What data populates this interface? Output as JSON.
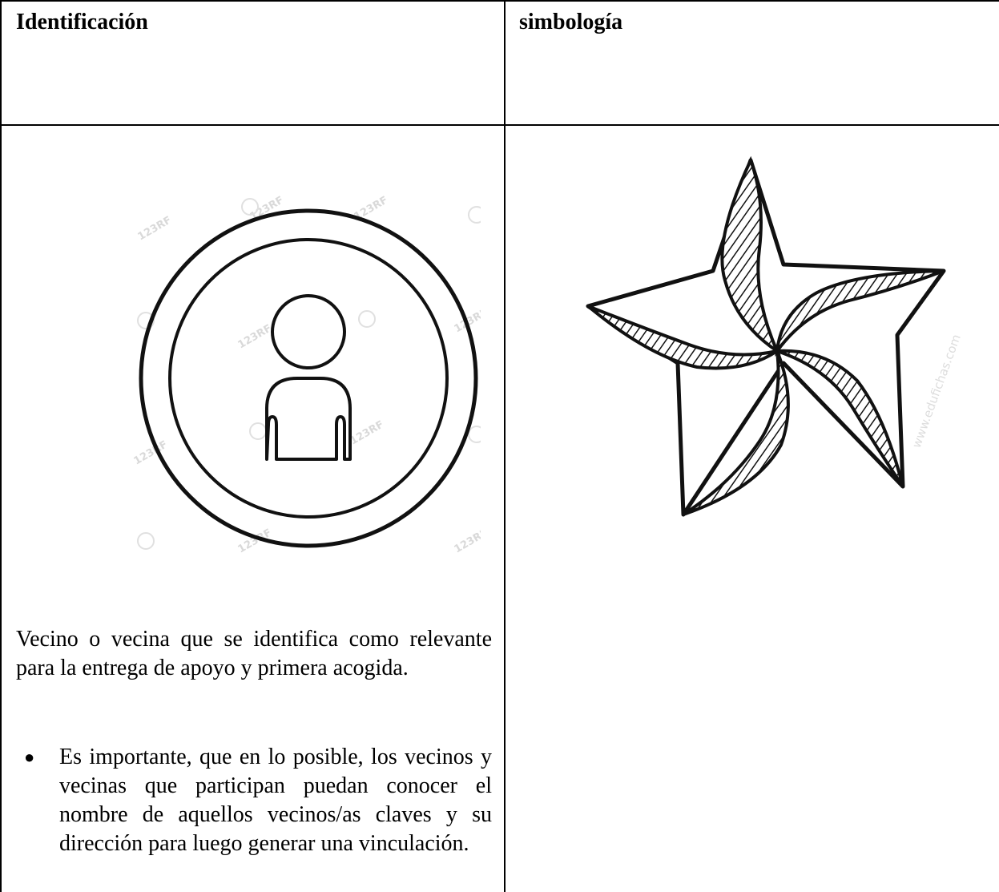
{
  "table": {
    "headers": {
      "identificacion": "Identificación",
      "simbologia": "simbología"
    },
    "left_cell": {
      "description": "Vecino o vecina que se identifica como relevante para la entrega de apoyo y primera acogida.",
      "bullet": "Es importante, que en lo posible, los vecinos y vecinas que participan puedan conocer el nombre de aquellos vecinos/as claves y su dirección para luego generar una vinculación.",
      "icon": "person-in-circle-icon",
      "watermark": "123RF"
    },
    "right_cell": {
      "icon": "pinwheel-star-icon",
      "watermark": "www.edufichas.com"
    }
  }
}
